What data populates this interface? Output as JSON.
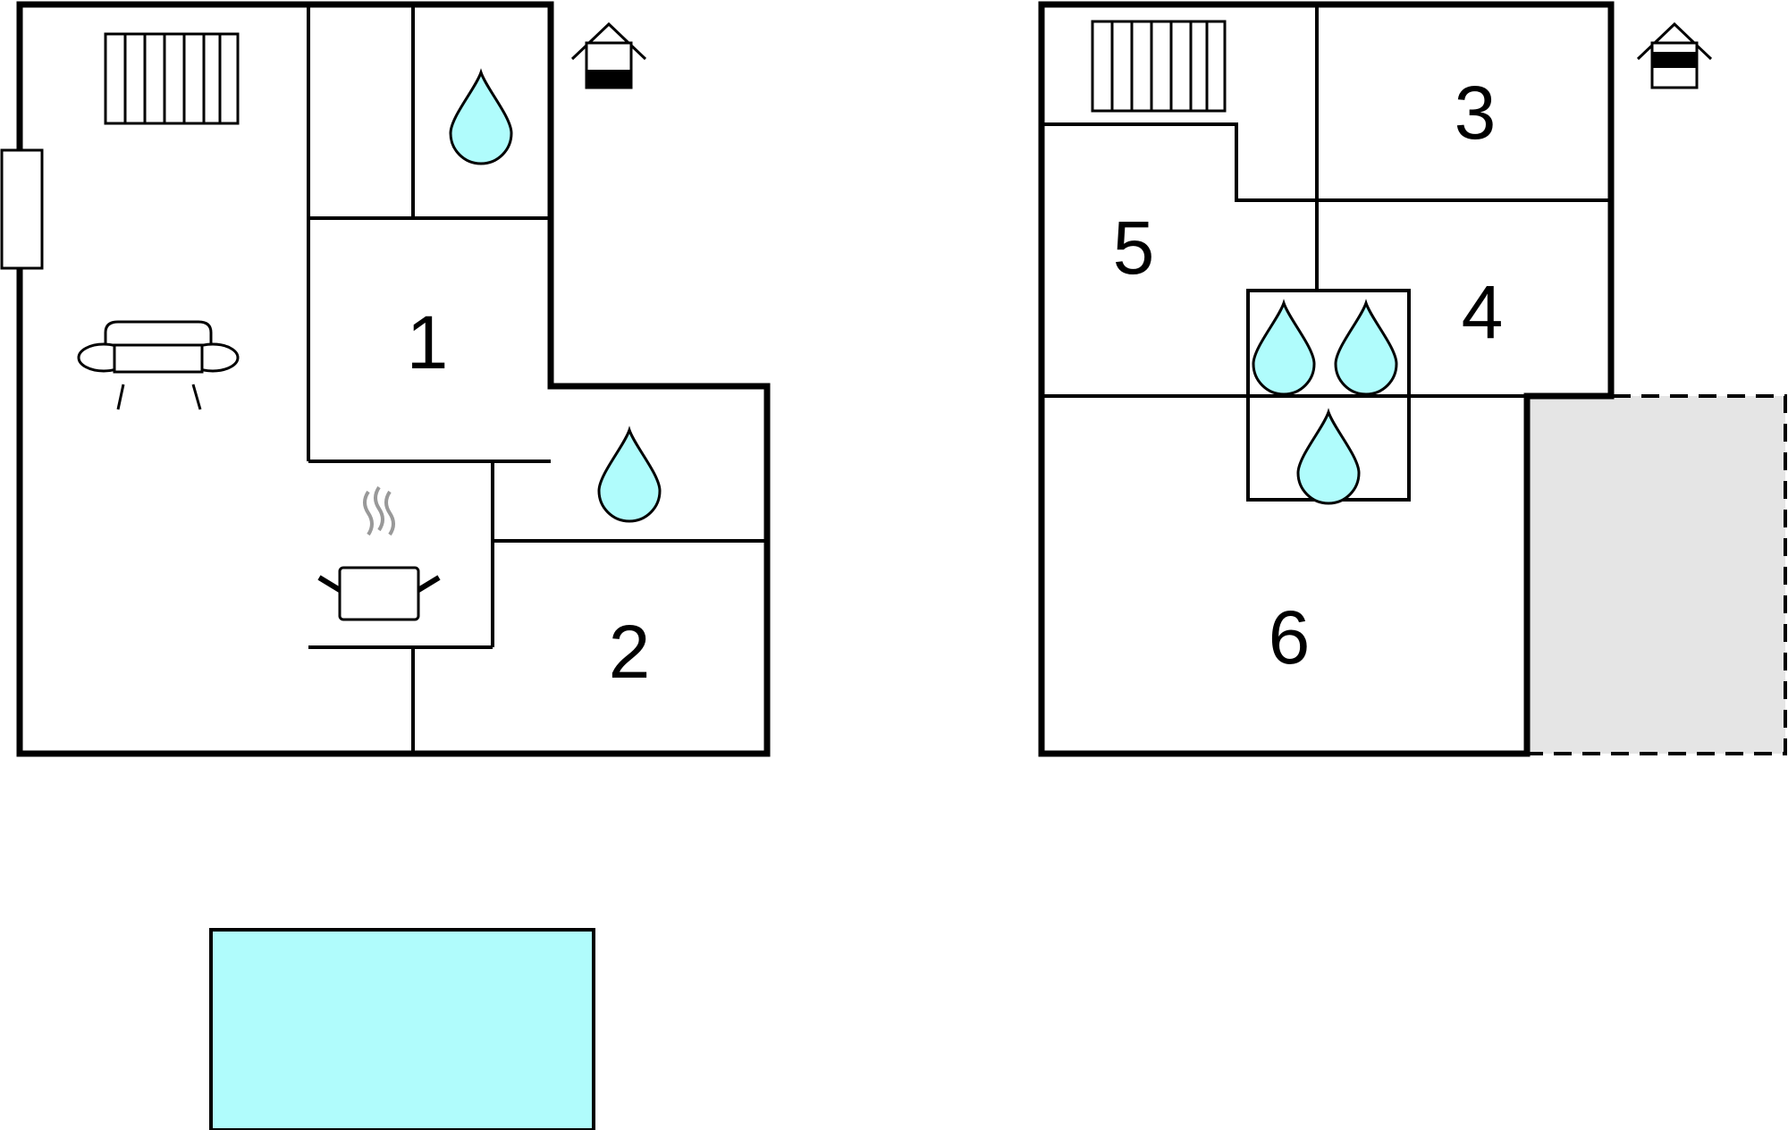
{
  "rooms": {
    "ground_floor": {
      "bedroom_1": "1",
      "bedroom_2": "2"
    },
    "upper_floor": {
      "bedroom_3": "3",
      "bedroom_4": "4",
      "bedroom_5": "5",
      "bedroom_6": "6"
    }
  },
  "icons": {
    "floor_indicator_ground": "house-ground-floor-icon",
    "floor_indicator_upper": "house-upper-floor-icon",
    "water": "water-drop-icon",
    "stairs": "stairs-icon",
    "sofa": "sofa-icon",
    "kitchen": "cooking-pot-icon"
  },
  "colors": {
    "water": "#b0fcfc",
    "pool": "#b0fcfc",
    "terrace": "#e5e5e5",
    "walls": "#000000"
  }
}
